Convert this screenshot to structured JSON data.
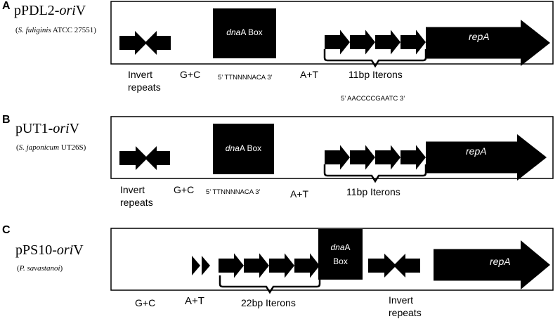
{
  "panels": [
    {
      "letter": "A",
      "plasmid_prefix": "pPDL2-",
      "plasmid_ori": "ori",
      "plasmid_suffix": "V",
      "host_italic": "S. fuliginis",
      "host_rest": " ATCC 27551)",
      "host_open": "(",
      "invert_repeats": [
        "Invert",
        "repeats"
      ],
      "gc": "G+C",
      "dnaa_italic": "dna",
      "dnaa_rest": "A Box",
      "dnaa_seq": "5’ TTNNNNACA 3’",
      "at": "A+T",
      "iterons": "11bp Iterons",
      "iteron_seq": "5’ AACCCCGAATC 3’",
      "repa": "repA"
    },
    {
      "letter": "B",
      "plasmid_prefix": "pUT1-",
      "plasmid_ori": "ori",
      "plasmid_suffix": "V",
      "host_open": "(",
      "host_italic": "S. japonicum",
      "host_rest": " UT26S)",
      "invert_repeats": [
        "Invert",
        "repeats"
      ],
      "gc": "G+C",
      "dnaa_italic": "dna",
      "dnaa_rest": "A Box",
      "dnaa_seq": "5’ TTNNNNACA 3’",
      "at": "A+T",
      "iterons": "11bp Iterons",
      "repa": "repA"
    },
    {
      "letter": "C",
      "plasmid_prefix": "pPS10-",
      "plasmid_ori": "ori",
      "plasmid_suffix": "V",
      "host_open": "(",
      "host_italic": "P. savastanoi",
      "host_rest": ")",
      "gc": "G+C",
      "at": "A+T",
      "iterons": "22bp Iterons",
      "dnaa_italic": "dna",
      "dnaa_rest": "A",
      "dnaa_line2": "Box",
      "invert_repeats": [
        "Invert",
        "repeats"
      ],
      "repa": "repA"
    }
  ],
  "colors": {
    "feature": "#000000",
    "background": "#ffffff",
    "label_on_feature": "#ffffff"
  }
}
